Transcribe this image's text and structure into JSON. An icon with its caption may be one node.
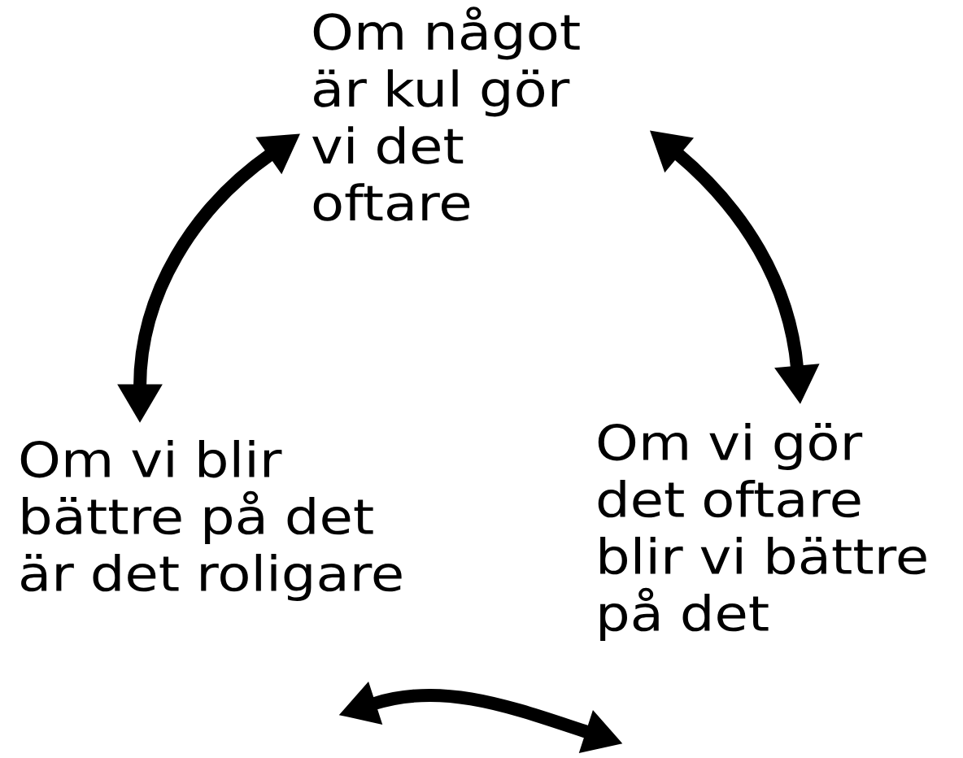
{
  "diagram": {
    "nodes": [
      {
        "text": [
          "Om något är kul gör vi det oftare"
        ]
      },
      {
        "text": [
          "Om vi blir bättre på det är det roligare"
        ]
      },
      {
        "text": [
          "Om vi gör det oftare blir vi bättre på det"
        ]
      }
    ],
    "edges": [
      {
        "from": 0,
        "to": 1,
        "arrow": "both"
      },
      {
        "from": 0,
        "to": 2,
        "arrow": "both"
      },
      {
        "from": 1,
        "to": 2,
        "arrow": "both"
      }
    ]
  }
}
